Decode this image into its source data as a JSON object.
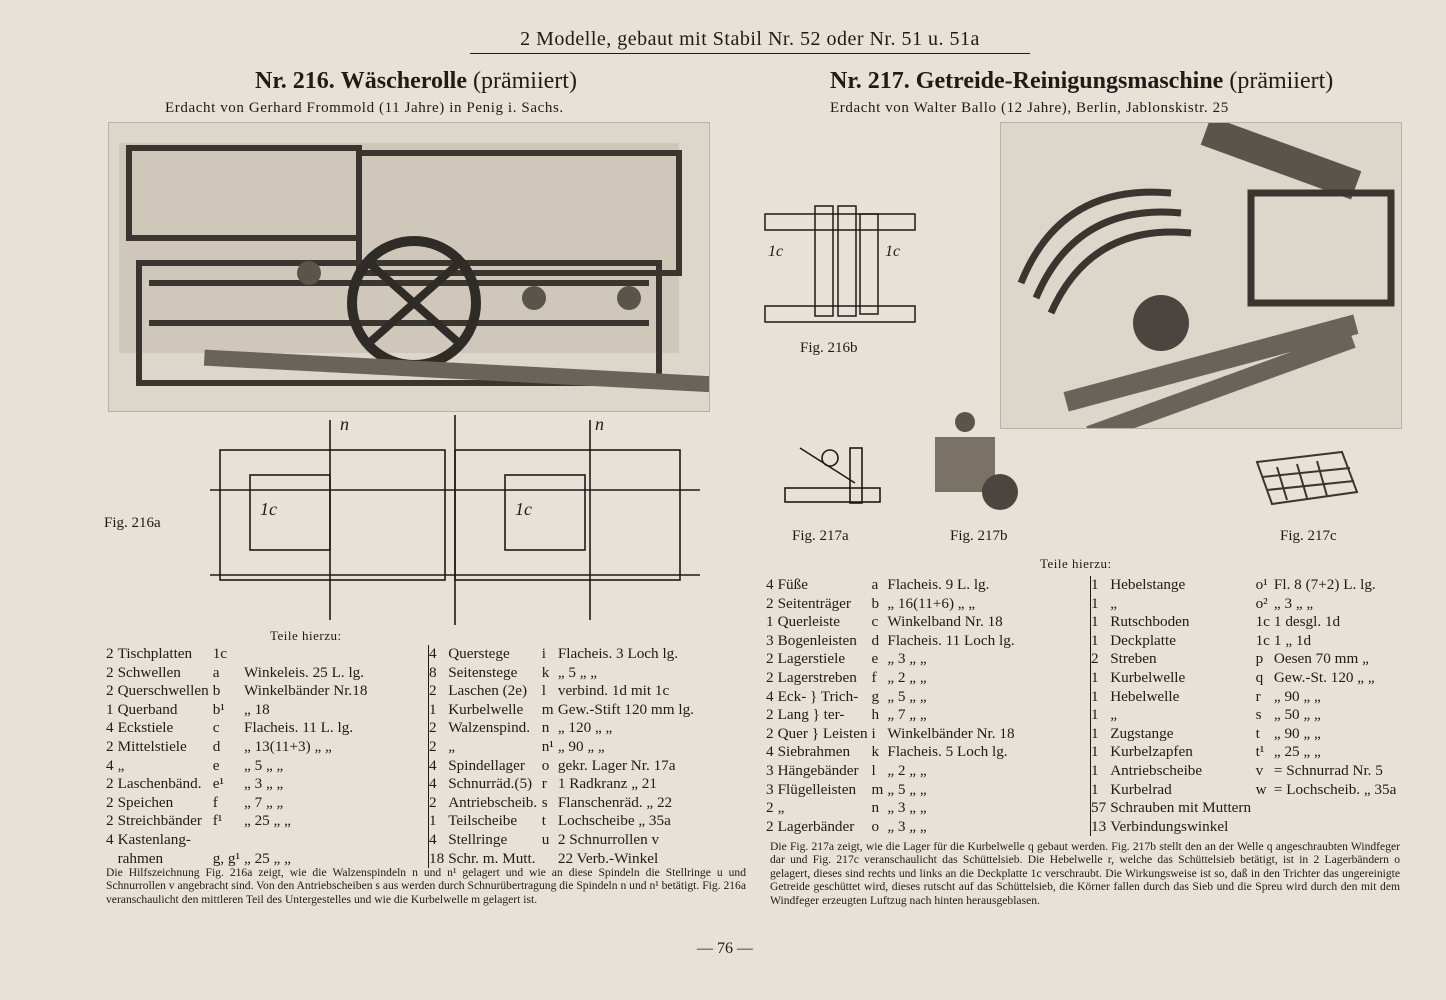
{
  "header": "2 Modelle, gebaut mit Stabil Nr. 52 oder Nr. 51 u. 51a",
  "model_left": {
    "number": "Nr. 216.",
    "name": "Wäscherolle",
    "award": "(prämiiert)",
    "inventor": "Erdacht von Gerhard Frommold (11 Jahre) in Penig i. Sachs.",
    "fig_label": "Fig. 216a",
    "teile_title": "Teile hierzu:",
    "parts_col1": [
      {
        "qty": "2",
        "name": "Tischplatten",
        "code": "1c",
        "desc": ""
      },
      {
        "qty": "2",
        "name": "Schwellen",
        "code": "a",
        "desc": "Winkeleis. 25 L. lg."
      },
      {
        "qty": "2",
        "name": "Querschwellen",
        "code": "b",
        "desc": "Winkelbänder Nr.18"
      },
      {
        "qty": "1",
        "name": "Querband",
        "code": "b¹",
        "desc": "„ 18"
      },
      {
        "qty": "4",
        "name": "Eckstiele",
        "code": "c",
        "desc": "Flacheis. 11 L. lg."
      },
      {
        "qty": "2",
        "name": "Mittelstiele",
        "code": "d",
        "desc": "„ 13(11+3) „ „"
      },
      {
        "qty": "4",
        "name": "„",
        "code": "e",
        "desc": "„ 5 „ „"
      },
      {
        "qty": "2",
        "name": "Laschenbänd.",
        "code": "e¹",
        "desc": "„ 3 „ „"
      },
      {
        "qty": "2",
        "name": "Speichen",
        "code": "f",
        "desc": "„ 7 „ „"
      },
      {
        "qty": "2",
        "name": "Streichbänder",
        "code": "f¹",
        "desc": "„ 25 „ „"
      },
      {
        "qty": "4",
        "name": "Kastenlang-",
        "code": "",
        "desc": ""
      },
      {
        "qty": "",
        "name": "rahmen",
        "code": "g, g¹",
        "desc": "„ 25 „ „"
      }
    ],
    "parts_col2": [
      {
        "qty": "4",
        "name": "Querstege",
        "code": "i",
        "desc": "Flacheis. 3 Loch lg."
      },
      {
        "qty": "8",
        "name": "Seitenstege",
        "code": "k",
        "desc": "„ 5 „ „"
      },
      {
        "qty": "2",
        "name": "Laschen (2e)",
        "code": "l",
        "desc": "verbind. 1d mit 1c"
      },
      {
        "qty": "1",
        "name": "Kurbelwelle",
        "code": "m",
        "desc": "Gew.-Stift 120 mm lg."
      },
      {
        "qty": "2",
        "name": "Walzenspind.",
        "code": "n",
        "desc": "„ 120 „ „"
      },
      {
        "qty": "2",
        "name": "„",
        "code": "n¹",
        "desc": "„ 90 „ „"
      },
      {
        "qty": "4",
        "name": "Spindellager",
        "code": "o",
        "desc": "gekr. Lager Nr. 17a"
      },
      {
        "qty": "4",
        "name": "Schnurräd.(5)",
        "code": "r",
        "desc": "1 Radkranz „ 21"
      },
      {
        "qty": "2",
        "name": "Antriebscheib.",
        "code": "s",
        "desc": "Flanschenräd. „ 22"
      },
      {
        "qty": "1",
        "name": "Teilscheibe",
        "code": "t",
        "desc": "Lochscheibe „ 35a"
      },
      {
        "qty": "4",
        "name": "Stellringe",
        "code": "u",
        "desc": "2 Schnurrollen v"
      },
      {
        "qty": "18",
        "name": "Schr. m. Mutt.",
        "code": "",
        "desc": "22 Verb.-Winkel"
      }
    ],
    "description": "Die Hilfszeichnung Fig. 216a zeigt, wie die Walzenspindeln n und n¹ gelagert und wie an diese Spindeln die Stellringe u und Schnurrollen v angebracht sind. Von den Antriebscheiben s aus werden durch Schnurübertragung die Spindeln n und n¹ betätigt. Fig. 216a veranschaulicht den mittleren Teil des Untergestelles und wie die Kurbelwelle m gelagert ist."
  },
  "model_right": {
    "number": "Nr. 217.",
    "name": "Getreide-Reinigungsmaschine",
    "award": "(prämiiert)",
    "inventor": "Erdacht von Walter Ballo (12 Jahre), Berlin, Jablonskistr. 25",
    "fig_216b": "Fig. 216b",
    "fig_217a": "Fig. 217a",
    "fig_217b": "Fig. 217b",
    "fig_217c": "Fig. 217c",
    "teile_title": "Teile hierzu:",
    "parts_col1": [
      {
        "qty": "4",
        "name": "Füße",
        "code": "a",
        "desc": "Flacheis. 9 L. lg."
      },
      {
        "qty": "2",
        "name": "Seitenträger",
        "code": "b",
        "desc": "„ 16(11+6) „ „"
      },
      {
        "qty": "1",
        "name": "Querleiste",
        "code": "c",
        "desc": "Winkelband Nr. 18"
      },
      {
        "qty": "3",
        "name": "Bogenleisten",
        "code": "d",
        "desc": "Flacheis. 11 Loch lg."
      },
      {
        "qty": "2",
        "name": "Lagerstiele",
        "code": "e",
        "desc": "„ 3 „ „"
      },
      {
        "qty": "2",
        "name": "Lagerstreben",
        "code": "f",
        "desc": "„ 2 „ „"
      },
      {
        "qty": "4",
        "name": "Eck- } Trich-",
        "code": "g",
        "desc": "„ 5 „ „"
      },
      {
        "qty": "2",
        "name": "Lang } ter-",
        "code": "h",
        "desc": "„ 7 „ „"
      },
      {
        "qty": "2",
        "name": "Quer } Leisten",
        "code": "i",
        "desc": "Winkelbänder Nr. 18"
      },
      {
        "qty": "4",
        "name": "Siebrahmen",
        "code": "k",
        "desc": "Flacheis. 5 Loch lg."
      },
      {
        "qty": "3",
        "name": "Hängebänder",
        "code": "l",
        "desc": "„ 2 „ „"
      },
      {
        "qty": "3",
        "name": "Flügelleisten",
        "code": "m",
        "desc": "„ 5 „ „"
      },
      {
        "qty": "2",
        "name": "„",
        "code": "n",
        "desc": "„ 3 „ „"
      },
      {
        "qty": "2",
        "name": "Lagerbänder",
        "code": "o",
        "desc": "„ 3 „ „"
      }
    ],
    "parts_col2": [
      {
        "qty": "1",
        "name": "Hebelstange",
        "code": "o¹",
        "desc": "Fl. 8 (7+2) L. lg."
      },
      {
        "qty": "1",
        "name": "„",
        "code": "o²",
        "desc": "„ 3 „ „"
      },
      {
        "qty": "1",
        "name": "Rutschboden",
        "code": "1c",
        "desc": "1 desgl. 1d"
      },
      {
        "qty": "1",
        "name": "Deckplatte",
        "code": "1c",
        "desc": "1 „ 1d"
      },
      {
        "qty": "2",
        "name": "Streben",
        "code": "p",
        "desc": "Oesen 70 mm „"
      },
      {
        "qty": "1",
        "name": "Kurbelwelle",
        "code": "q",
        "desc": "Gew.-St. 120 „ „"
      },
      {
        "qty": "1",
        "name": "Hebelwelle",
        "code": "r",
        "desc": "„ 90 „ „"
      },
      {
        "qty": "1",
        "name": "„",
        "code": "s",
        "desc": "„ 50 „ „"
      },
      {
        "qty": "1",
        "name": "Zugstange",
        "code": "t",
        "desc": "„ 90 „ „"
      },
      {
        "qty": "1",
        "name": "Kurbelzapfen",
        "code": "t¹",
        "desc": "„ 25 „ „"
      },
      {
        "qty": "1",
        "name": "Antriebscheibe",
        "code": "v",
        "desc": "= Schnurrad Nr. 5"
      },
      {
        "qty": "1",
        "name": "Kurbelrad",
        "code": "w",
        "desc": "= Lochscheib. „ 35a"
      },
      {
        "qty": "57",
        "name": "Schrauben mit Muttern",
        "code": "",
        "desc": ""
      },
      {
        "qty": "13",
        "name": "Verbindungswinkel",
        "code": "",
        "desc": ""
      }
    ],
    "description": "Die Fig. 217a zeigt, wie die Lager für die Kurbelwelle q gebaut werden. Fig. 217b stellt den an der Welle q angeschraubten Windfeger dar und Fig. 217c veranschaulicht das Schüttelsieb. Die Hebelwelle r, welche das Schüttelsieb betätigt, ist in 2 Lagerbändern o gelagert, dieses sind rechts und links an die Deckplatte 1c verschraubt. Die Wirkungsweise ist so, daß in den Trichter das ungereinigte Getreide geschüttet wird, dieses rutscht auf das Schüttelsieb, die Körner fallen durch das Sieb und die Spreu wird durch den mit dem Windfeger erzeugten Luftzug nach hinten herausgeblasen."
  },
  "page_number": "— 76 —"
}
